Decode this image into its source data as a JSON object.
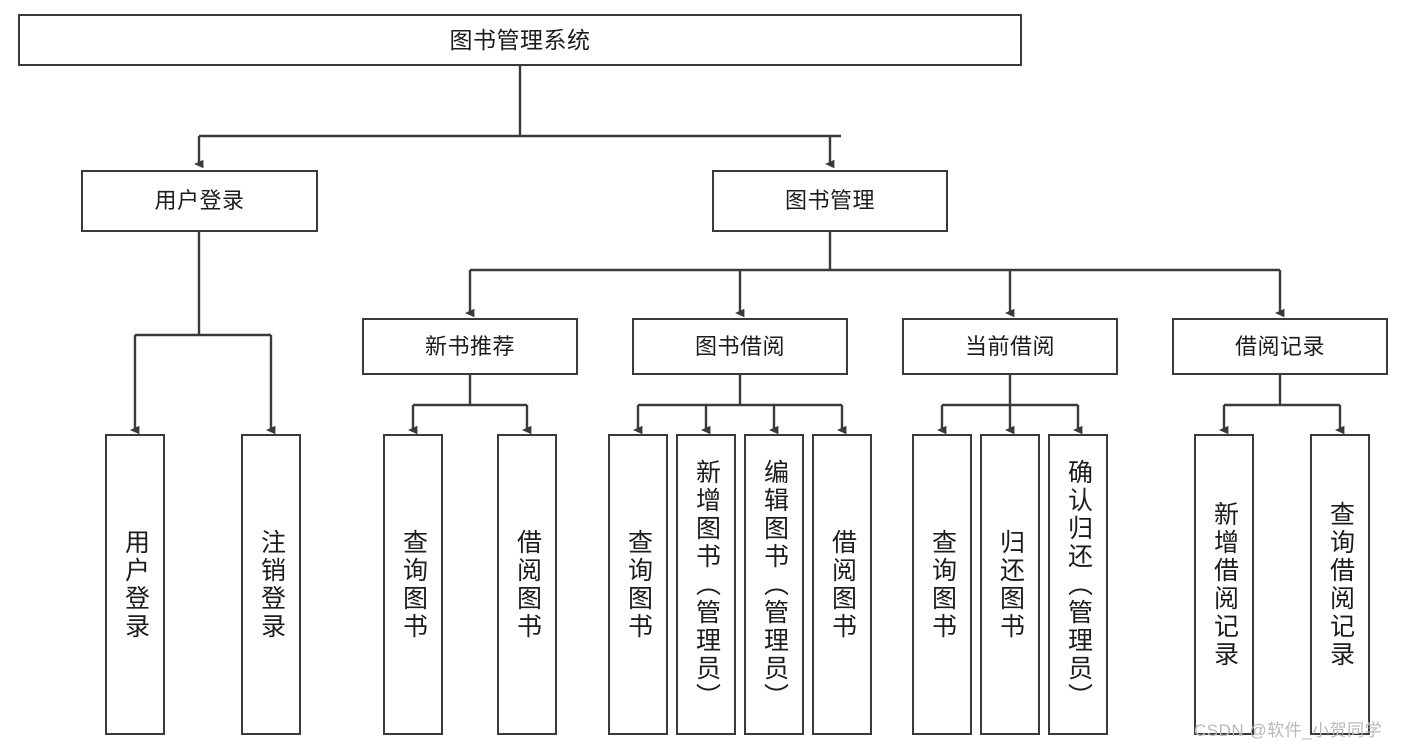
{
  "diagram": {
    "title": "图书管理系统",
    "root": {
      "id": "root",
      "label": "图书管理系统"
    },
    "level2": [
      {
        "id": "user-login",
        "label": "用户登录"
      },
      {
        "id": "book-manage",
        "label": "图书管理"
      }
    ],
    "level3": [
      {
        "id": "new-book-recommend",
        "label": "新书推荐"
      },
      {
        "id": "book-borrow",
        "label": "图书借阅"
      },
      {
        "id": "current-borrow",
        "label": "当前借阅"
      },
      {
        "id": "borrow-record",
        "label": "借阅记录"
      }
    ],
    "leaves": [
      {
        "id": "leaf-user-login",
        "label": "用户登录",
        "parent": "user-login"
      },
      {
        "id": "leaf-user-logout",
        "label": "注销登录",
        "parent": "user-login"
      },
      {
        "id": "leaf-query-book-1",
        "label": "查询图书",
        "parent": "new-book-recommend"
      },
      {
        "id": "leaf-borrow-book-1",
        "label": "借阅图书",
        "parent": "new-book-recommend"
      },
      {
        "id": "leaf-query-book-2",
        "label": "查询图书",
        "parent": "book-borrow"
      },
      {
        "id": "leaf-add-book",
        "label": "新增图书（管理员）",
        "parent": "book-borrow"
      },
      {
        "id": "leaf-edit-book",
        "label": "编辑图书（管理员）",
        "parent": "book-borrow"
      },
      {
        "id": "leaf-borrow-book-2",
        "label": "借阅图书",
        "parent": "book-borrow"
      },
      {
        "id": "leaf-query-book-3",
        "label": "查询图书",
        "parent": "current-borrow"
      },
      {
        "id": "leaf-return-book",
        "label": "归还图书",
        "parent": "current-borrow"
      },
      {
        "id": "leaf-confirm-return",
        "label": "确认归还（管理员）",
        "parent": "current-borrow"
      },
      {
        "id": "leaf-add-record",
        "label": "新增借阅记录",
        "parent": "borrow-record"
      },
      {
        "id": "leaf-query-record",
        "label": "查询借阅记录",
        "parent": "borrow-record"
      }
    ],
    "watermark": "CSDN @软件_小贺同学",
    "colors": {
      "stroke": "#3a3a3a",
      "text": "#1c1c1c",
      "background": "#ffffff",
      "watermark": "#b9b9b9"
    }
  }
}
